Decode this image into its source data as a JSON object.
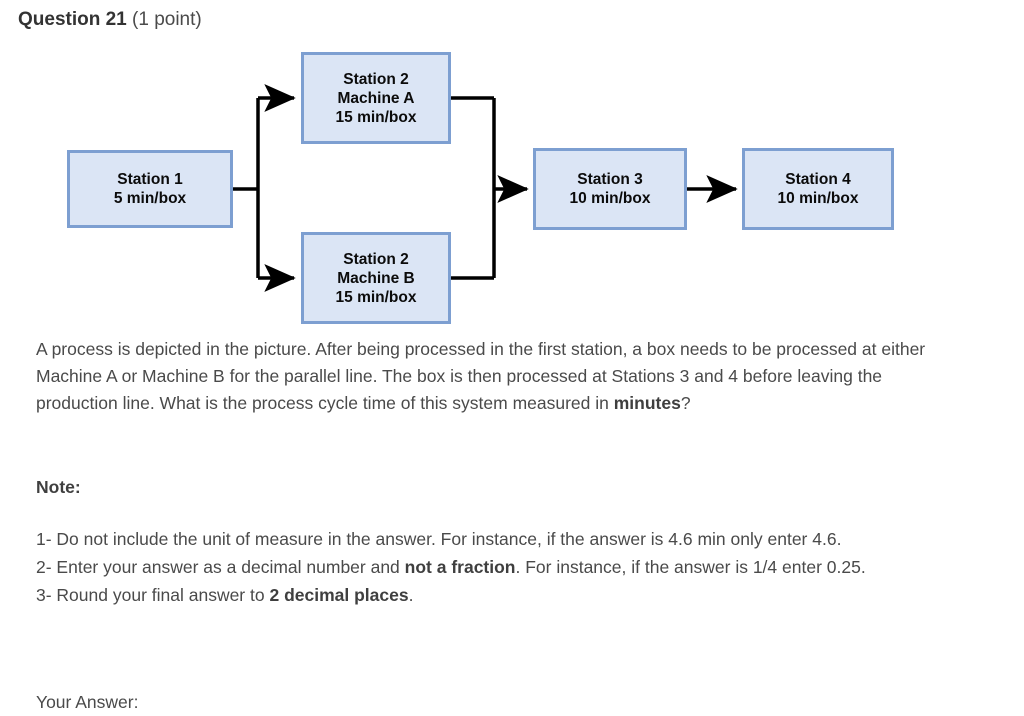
{
  "question": {
    "title": "Question 21",
    "points": "(1 point)"
  },
  "diagram": {
    "type": "process-flow",
    "colors": {
      "box_fill": "#dbe5f5",
      "box_border": "#7d9fd1",
      "arrow": "#000000",
      "box_text": "#0b0b0b"
    },
    "boxes": [
      {
        "id": "station1",
        "lines": [
          "Station 1",
          "5 min/box"
        ],
        "station": "Station 1",
        "cycle_time_min": 5
      },
      {
        "id": "machine_a",
        "lines": [
          "Station 2",
          "Machine A",
          "15 min/box"
        ],
        "station": "Station 2",
        "machine": "Machine A",
        "cycle_time_min": 15
      },
      {
        "id": "machine_b",
        "lines": [
          "Station 2",
          "Machine B",
          "15 min/box"
        ],
        "station": "Station 2",
        "machine": "Machine B",
        "cycle_time_min": 15
      },
      {
        "id": "station3",
        "lines": [
          "Station 3",
          "10 min/box"
        ],
        "station": "Station 3",
        "cycle_time_min": 10
      },
      {
        "id": "station4",
        "lines": [
          "Station 4",
          "10 min/box"
        ],
        "station": "Station 4",
        "cycle_time_min": 10
      }
    ]
  },
  "body": {
    "paragraph_part1": "A process is depicted in the picture. After being processed in the first station, a box needs to be processed at either Machine A or Machine B for the parallel line. The box is then processed at Stations 3 and 4 before leaving the production line. What is the process cycle time of this system measured in ",
    "paragraph_bold": "minutes",
    "paragraph_part2": "?"
  },
  "note": {
    "heading": "Note:",
    "items": [
      {
        "part1": "1- Do not include the unit of measure in the answer. For instance, if the answer is 4.6 min only enter 4.6.",
        "bold": "",
        "part2": ""
      },
      {
        "part1": "2- Enter your answer as a decimal number and ",
        "bold": "not a fraction",
        "part2": ". For instance, if the answer is 1/4 enter 0.25."
      },
      {
        "part1": "3- Round your final answer to ",
        "bold": "2 decimal places",
        "part2": "."
      }
    ]
  },
  "answer": {
    "label": "Your Answer:"
  }
}
